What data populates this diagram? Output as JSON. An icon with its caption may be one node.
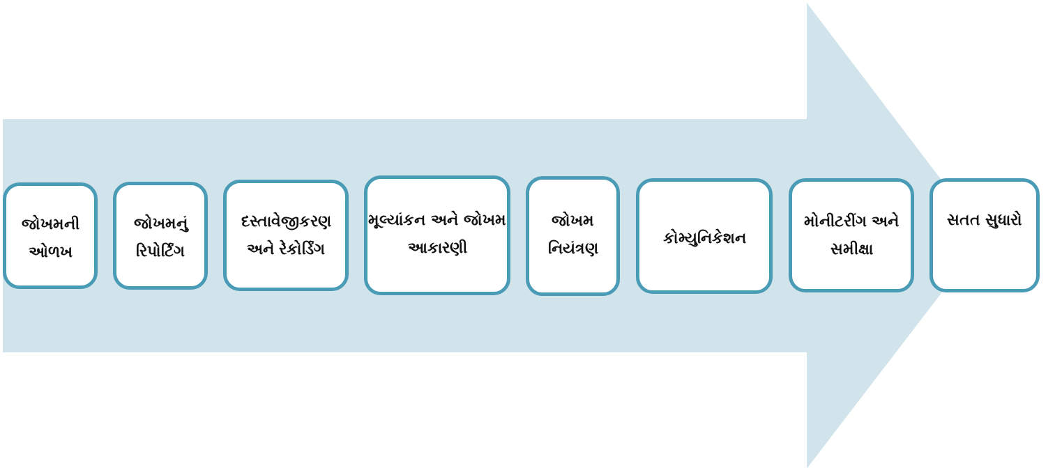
{
  "diagram": {
    "nodes": [
      {
        "text": [
          "જોખમની ઓળખ"
        ]
      },
      {
        "text": [
          "જોખમનું રિપોર્ટિંગ"
        ]
      },
      {
        "text": [
          "દસ્તાવેજીકરણ અને રેકોર્ડિંગ"
        ]
      },
      {
        "text": [
          "મૂલ્યાંકન અને જોખમ આકારણી"
        ]
      },
      {
        "text": [
          "જોખમ નિયંત્રણ"
        ]
      },
      {
        "text": [
          "કોમ્યુનિકેશન"
        ]
      },
      {
        "text": [
          "મોનીટરીંગ અને સમીક્ષા"
        ]
      },
      {
        "text": [
          "સતત સુધારો"
        ]
      }
    ],
    "edges": []
  }
}
